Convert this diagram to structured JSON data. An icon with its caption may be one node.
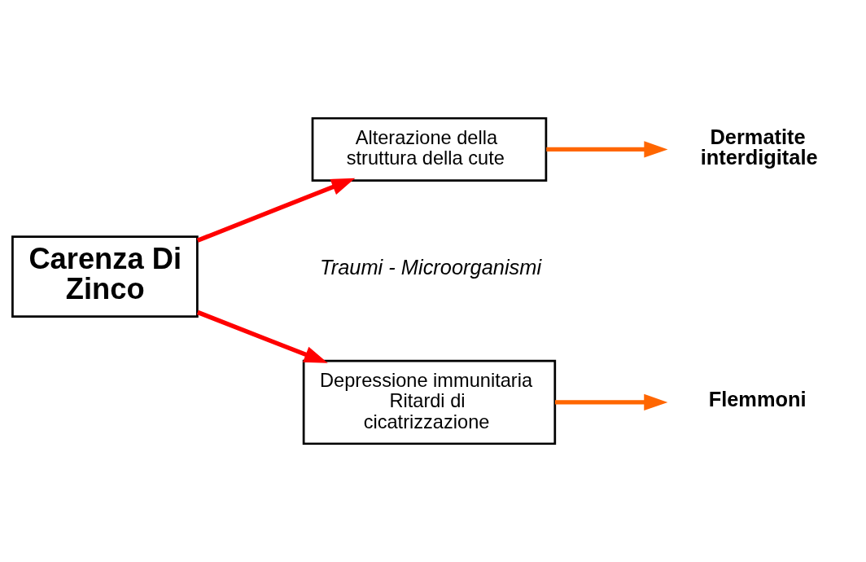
{
  "diagram": {
    "nodes": [
      {
        "text": [
          "Carenza Di Zinco"
        ]
      },
      {
        "text": [
          "Alterazione della struttura della cute"
        ]
      },
      {
        "text": [
          "Dermatite interdigitale"
        ]
      },
      {
        "text": [
          "Depressione immunitaria",
          "Ritardi di cicatrizzazione"
        ]
      },
      {
        "text": [
          "Flemmoni"
        ]
      }
    ],
    "edges": [
      {
        "from": 0,
        "to": 1,
        "arrow": "to",
        "color": "#ff0000"
      },
      {
        "from": 0,
        "to": 3,
        "arrow": "to",
        "color": "#ff0000"
      },
      {
        "from": 1,
        "to": 2,
        "arrow": "to",
        "color": "#ff6600"
      },
      {
        "from": 3,
        "to": 4,
        "arrow": "to",
        "color": "#ff6600"
      }
    ],
    "labels": [
      "Traumi - Microorganismi"
    ]
  }
}
